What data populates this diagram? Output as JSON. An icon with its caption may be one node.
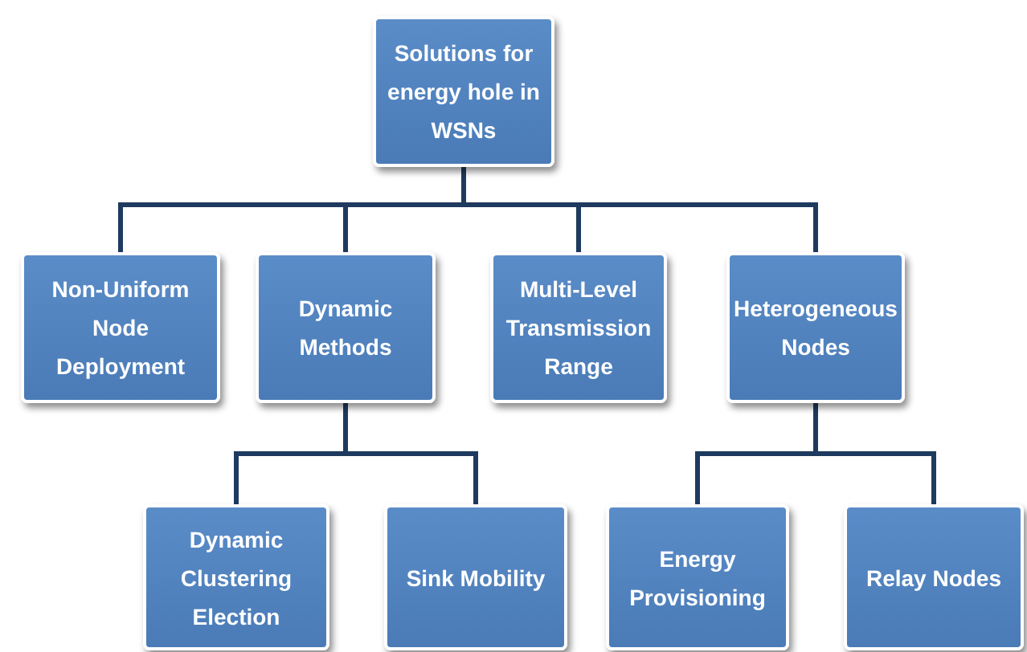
{
  "diagram": {
    "nodes": [
      {
        "text": [
          "Solutions for energy hole in WSNs"
        ]
      },
      {
        "text": [
          "Non-Uniform Node Deployment"
        ]
      },
      {
        "text": [
          "Dynamic Methods"
        ]
      },
      {
        "text": [
          "Multi-Level Transmission Range"
        ]
      },
      {
        "text": [
          "Heterogeneous Nodes"
        ]
      },
      {
        "text": [
          "Dynamic Clustering Election"
        ]
      },
      {
        "text": [
          "Sink Mobility"
        ]
      },
      {
        "text": [
          "Energy Provisioning"
        ]
      },
      {
        "text": [
          "Relay Nodes"
        ]
      }
    ],
    "edges": [
      {
        "from": 0,
        "to": 1,
        "arrow": "none"
      },
      {
        "from": 0,
        "to": 2,
        "arrow": "none"
      },
      {
        "from": 0,
        "to": 3,
        "arrow": "none"
      },
      {
        "from": 0,
        "to": 4,
        "arrow": "none"
      },
      {
        "from": 2,
        "to": 5,
        "arrow": "none"
      },
      {
        "from": 2,
        "to": 6,
        "arrow": "none"
      },
      {
        "from": 4,
        "to": 7,
        "arrow": "none"
      },
      {
        "from": 4,
        "to": 8,
        "arrow": "none"
      }
    ]
  }
}
